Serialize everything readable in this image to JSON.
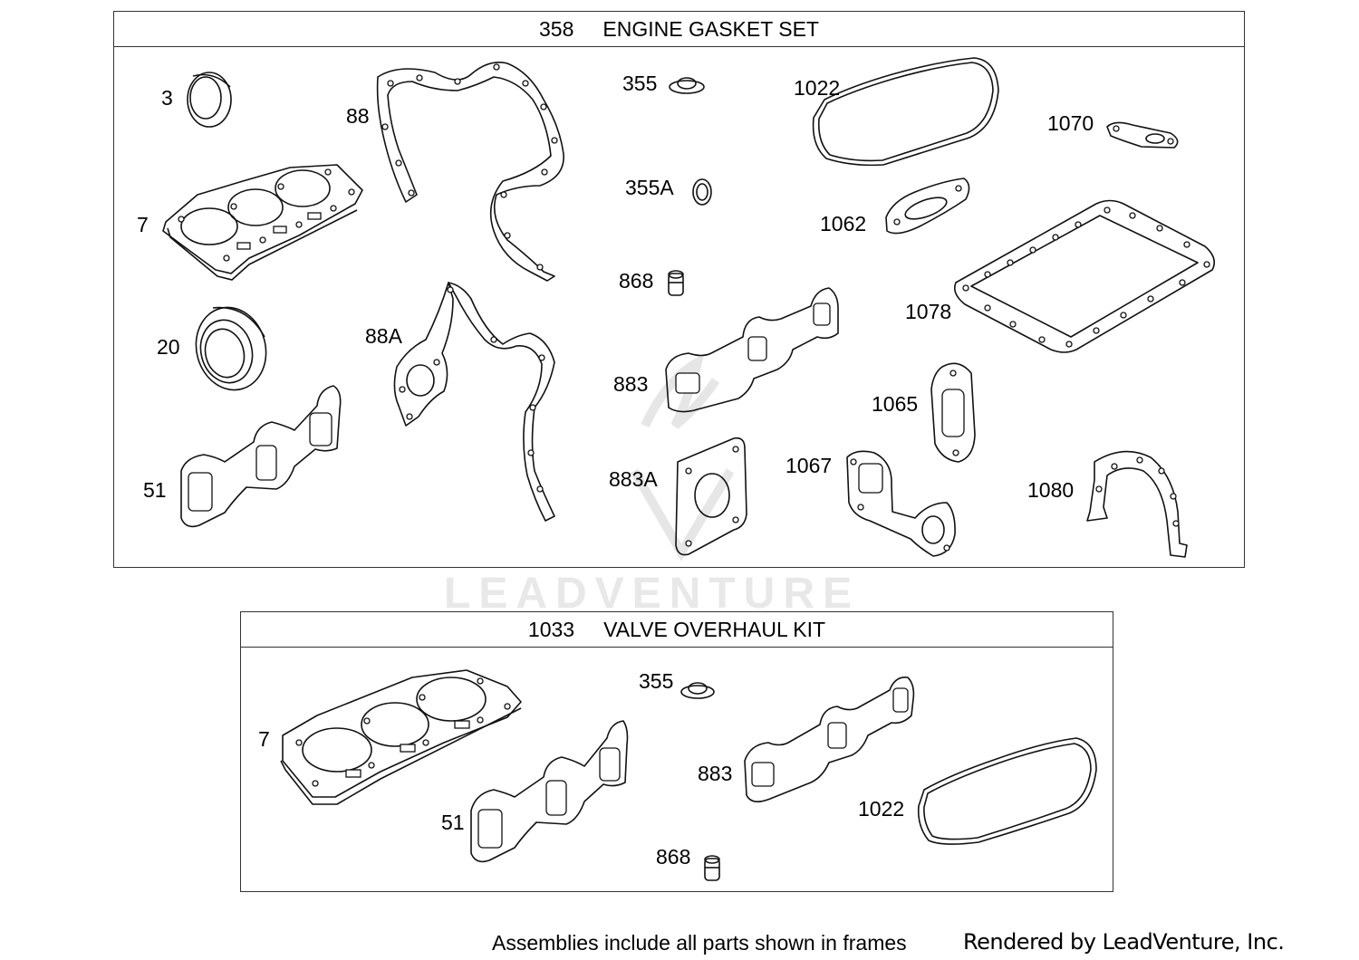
{
  "frames": [
    {
      "number": "358",
      "title": "ENGINE GASKET SET",
      "callouts": [
        "3",
        "88",
        "355",
        "1022",
        "1070",
        "7",
        "355A",
        "1062",
        "868",
        "1078",
        "20",
        "88A",
        "883",
        "1065",
        "51",
        "883A",
        "1067",
        "1080"
      ]
    },
    {
      "number": "1033",
      "title": "VALVE OVERHAUL KIT",
      "callouts": [
        "355",
        "7",
        "883",
        "51",
        "1022",
        "868"
      ]
    }
  ],
  "watermark": "LEADVENTURE",
  "footer": {
    "note": "Assemblies include all parts shown in frames",
    "credit": "Rendered by LeadVenture, Inc."
  }
}
